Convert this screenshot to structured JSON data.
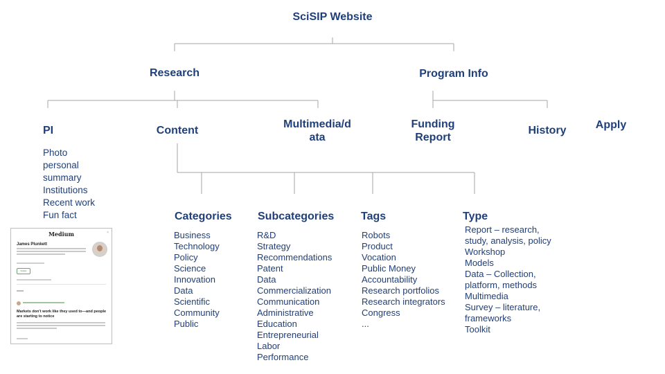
{
  "diagram": {
    "root": "SciSIP Website",
    "research": "Research",
    "program_info": "Program Info",
    "pi": "PI",
    "content": "Content",
    "multimedia_line1": "Multimedia/d",
    "multimedia_line2": "ata",
    "funding_line1": "Funding",
    "funding_line2": "Report",
    "history": "History",
    "apply": "Apply",
    "pi_items": [
      "Photo",
      "personal",
      "summary",
      "Institutions",
      "Recent work",
      "Fun fact"
    ],
    "categories": {
      "title": "Categories",
      "items": [
        "Business",
        "Technology",
        "Policy",
        "Science",
        "Innovation",
        "Data",
        "Scientific",
        "Community",
        "Public"
      ]
    },
    "subcategories": {
      "title": "Subcategories",
      "items": [
        "R&D",
        "Strategy",
        "Recommendations",
        "Patent",
        "Data",
        "Commercialization",
        "Communication",
        "Administrative",
        "Education",
        "Entrepreneurial",
        "Labor",
        "Performance"
      ]
    },
    "tags": {
      "title": "Tags",
      "items": [
        "Robots",
        "Product",
        "Vocation",
        "Public Money",
        "Accountability",
        "Research portfolios",
        "Research integrators",
        "Congress",
        "..."
      ]
    },
    "type": {
      "title": "Type",
      "items": [
        "Report – research,",
        "study, analysis, policy",
        "Workshop",
        "Models",
        "Data – Collection,",
        "platform, methods",
        "Multimedia",
        "Survey – literature,",
        "frameworks",
        "Toolkit"
      ]
    }
  },
  "medium_card": {
    "brand": "Medium",
    "close": "×",
    "author": "James Plunkett",
    "follow": "Follow",
    "headline": "Markets don't work like they used to—and people are starting to notice"
  },
  "colors": {
    "node_text": "#1f3f7a",
    "connector": "#a6a6a6"
  }
}
